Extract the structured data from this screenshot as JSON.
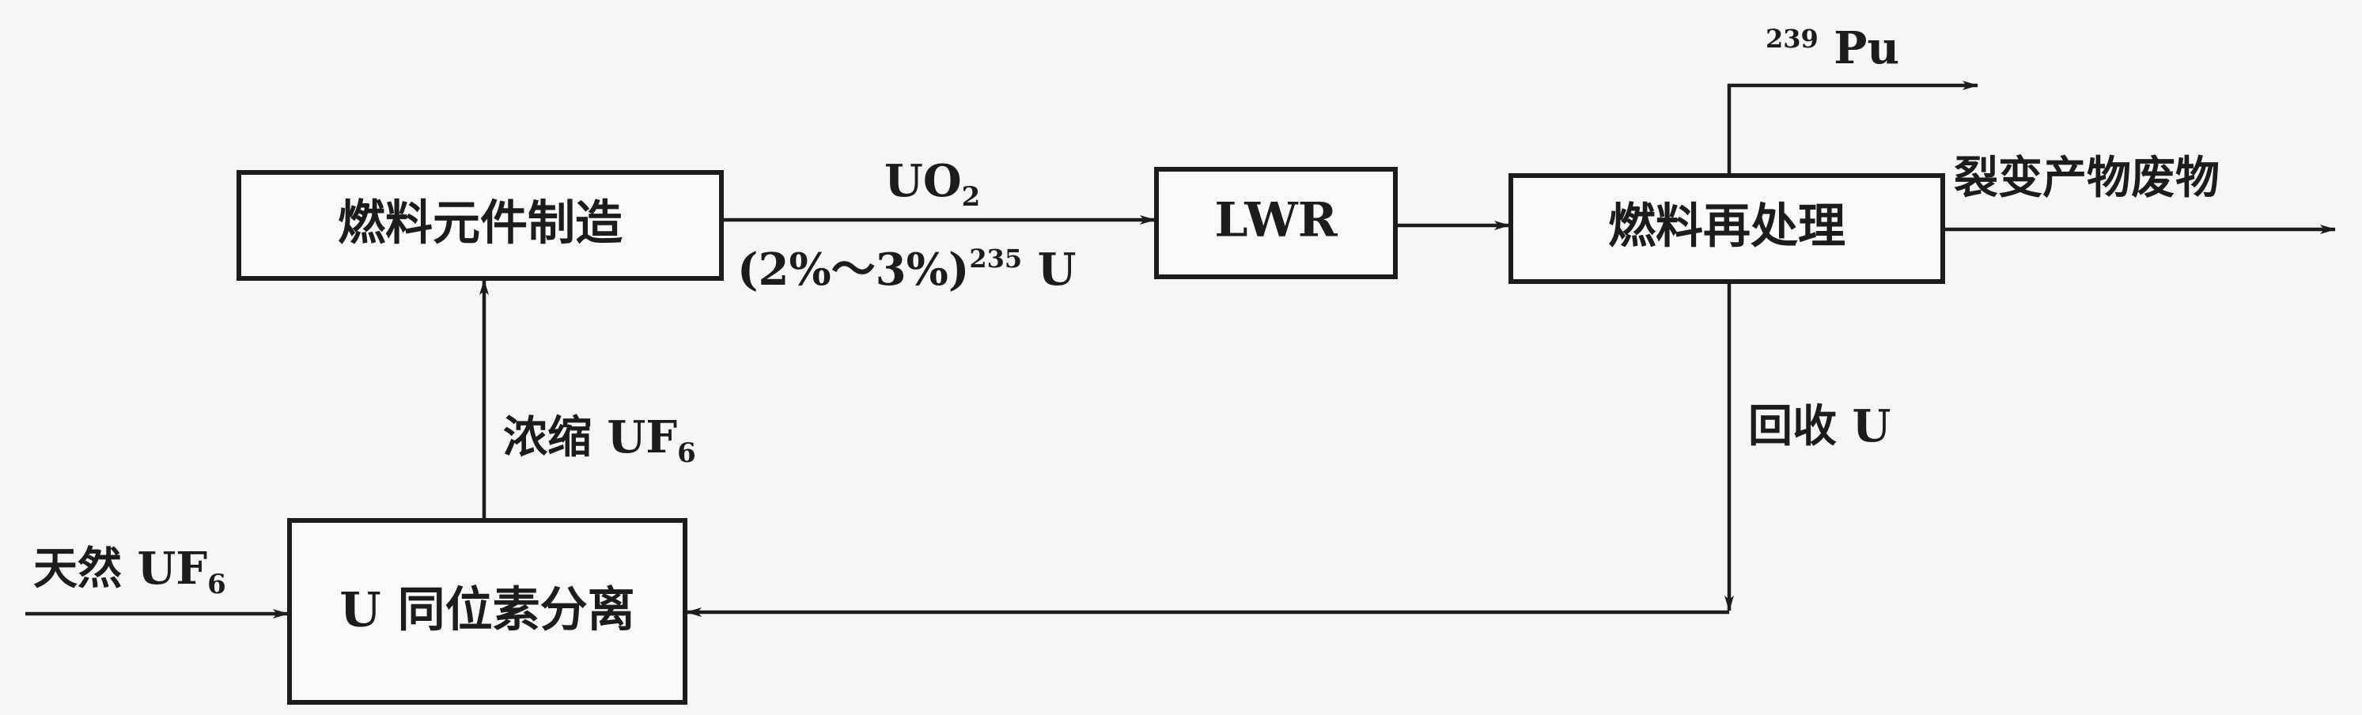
{
  "nodes": {
    "fuel_fab": {
      "label": "燃料元件制造"
    },
    "lwr": {
      "label": "LWR"
    },
    "reprocess": {
      "label": "燃料再处理"
    },
    "isotope_sep": {
      "label": "U 同位素分离"
    }
  },
  "edges": {
    "uo2": {
      "main": "UO",
      "sub": "2"
    },
    "enrichment": {
      "prefix": "(2%～3%)",
      "sup": "235",
      "suffix": " U"
    },
    "pu": {
      "sup": "239",
      "main": " Pu"
    },
    "waste": {
      "label": "裂变产物废物"
    },
    "recovered_u": {
      "label": "回收 U"
    },
    "enriched_uf6": {
      "main": "浓缩 UF",
      "sub": "6"
    },
    "natural_uf6": {
      "main": "天然 UF",
      "sub": "6"
    }
  }
}
